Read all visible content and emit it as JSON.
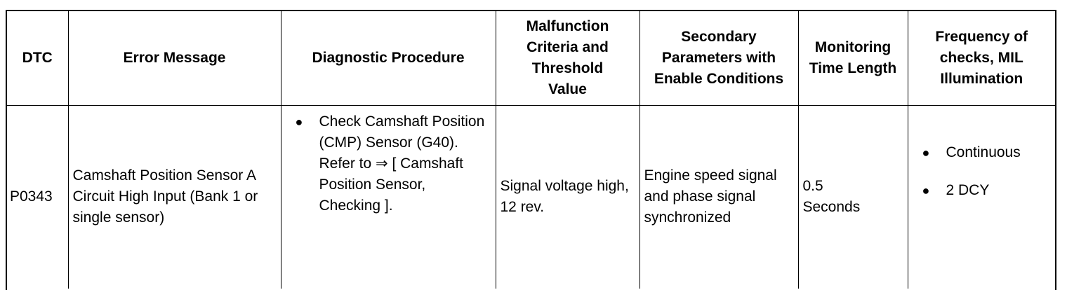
{
  "headers": {
    "dtc": "DTC",
    "error_message": "Error Message",
    "diagnostic_procedure": "Diagnostic Procedure",
    "malfunction_criteria": "Malfunction Criteria and Threshold Value",
    "secondary_parameters": "Secondary Parameters with Enable Conditions",
    "monitoring_time": "Monitoring Time Length",
    "frequency": "Frequency of checks, MIL Illumination"
  },
  "row": {
    "dtc": "P0343",
    "error_message": "Camshaft Position Sensor A Circuit High Input (Bank 1 or single sensor)",
    "diagnostic_procedure": "Check Camshaft Position (CMP) Sensor (G40). Refer to ⇒ [ Camshaft Position Sensor, Checking ].",
    "malfunction_criteria": "Signal voltage high, 12 rev.",
    "secondary_parameters": "Engine speed signal and phase signal synchronized",
    "monitoring_time": "0.5 Seconds",
    "frequency": [
      "Continuous",
      "2 DCY"
    ]
  },
  "bullet_glyph": "●"
}
